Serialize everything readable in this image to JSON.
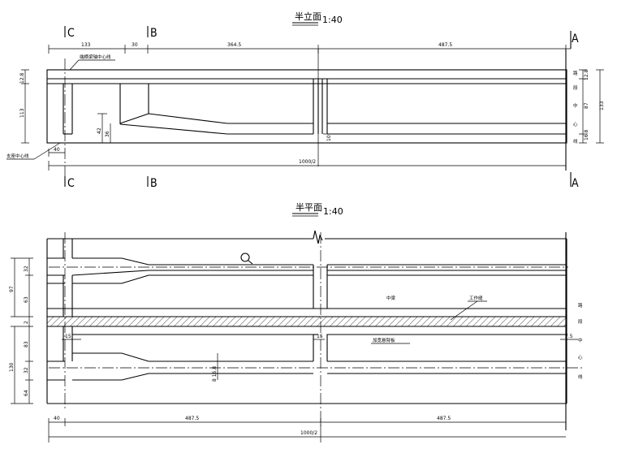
{
  "elevation": {
    "title": "半立面",
    "scale": "1:40",
    "section_marks": {
      "c": "C",
      "b": "B",
      "a": "A"
    },
    "top_dims": [
      "133",
      "30",
      "364.5",
      "487.5"
    ],
    "left_dims": [
      "12.8",
      "113"
    ],
    "right_inner_dims": [
      "12.8",
      "87",
      "16.8"
    ],
    "right_outer_dim": "133",
    "right_labels": [
      "路",
      "段",
      "中",
      "心",
      "线"
    ],
    "inner_dims": [
      "42",
      "36",
      "10"
    ],
    "bottom_dims": [
      "40",
      "1000/2"
    ],
    "notes": {
      "top_label": "端横梁轴中心线",
      "left_label": "支座中心线"
    }
  },
  "plan": {
    "title": "半平面",
    "scale": "1:40",
    "left_dims": [
      "97",
      "63",
      "2",
      "83",
      "32",
      "64"
    ],
    "left_outer": [
      "32",
      "130"
    ],
    "center_dims": [
      "15",
      "15",
      "7.5"
    ],
    "center_vdim": "8 16.8",
    "labels": {
      "main": "中梁",
      "rail": "工作缝",
      "ref": "加宽悬臂板"
    },
    "right_labels": [
      "路",
      "段",
      "中",
      "心",
      "线"
    ],
    "bottom_dims": [
      "40",
      "487.5",
      "487.5",
      "1000/2"
    ]
  }
}
